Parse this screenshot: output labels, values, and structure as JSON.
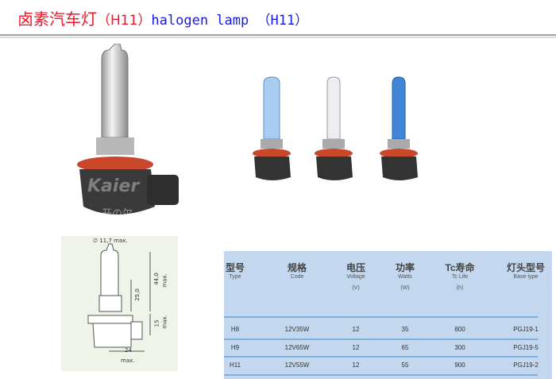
{
  "title": {
    "cn": "卤素汽车灯",
    "cn_paren": "（H11）",
    "en": "halogen lamp （H11）"
  },
  "watermark": {
    "brand": "Kaier",
    "cn": "开の尔"
  },
  "diagram": {
    "diameter": "∅ 11,7 max.",
    "height_total": "44,0",
    "height_total_unit": "max.",
    "height_filament": "25,0",
    "base_height": "15",
    "base_unit": "max.",
    "width": "24",
    "width_unit": "max."
  },
  "table": {
    "headers": [
      {
        "cn": "型号",
        "en": "Type",
        "unit": ""
      },
      {
        "cn": "规格",
        "en": "Code",
        "unit": ""
      },
      {
        "cn": "电压",
        "en": "Voltage",
        "unit": "(V)"
      },
      {
        "cn": "功率",
        "en": "Watts",
        "unit": "(W)"
      },
      {
        "cn": "Tc寿命",
        "en": "Tc Life",
        "unit": "(h)"
      },
      {
        "cn": "灯头型号",
        "en": "Base type",
        "unit": ""
      }
    ],
    "rows": [
      [
        "H8",
        "12V35W",
        "12",
        "35",
        "800",
        "PGJ19-1"
      ],
      [
        "H9",
        "12V65W",
        "12",
        "65",
        "300",
        "PGJ19-5"
      ],
      [
        "H11",
        "12V55W",
        "12",
        "55",
        "900",
        "PGJ19-2"
      ]
    ]
  }
}
